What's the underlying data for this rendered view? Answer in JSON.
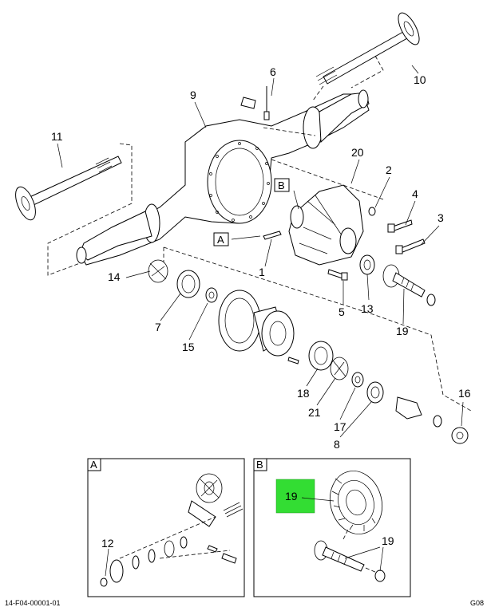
{
  "callouts": {
    "c1": "1",
    "c2": "2",
    "c3": "3",
    "c4": "4",
    "c5": "5",
    "c6": "6",
    "c7": "7",
    "c8": "8",
    "c9": "9",
    "c10": "10",
    "c11": "11",
    "c12": "12",
    "c13": "13",
    "c14": "14",
    "c15": "15",
    "c16": "16",
    "c17": "17",
    "c18": "18",
    "c19a": "19",
    "c19b": "19",
    "c19c": "19",
    "c20": "20",
    "c21": "21"
  },
  "view_labels": {
    "A": "A",
    "B": "B"
  },
  "detail_boxes": {
    "A": "A",
    "B": "B"
  },
  "highlight": {
    "label": "19",
    "color": "#33dd33"
  },
  "footer": {
    "left": "14-F04-00001-01",
    "right": "G08"
  }
}
